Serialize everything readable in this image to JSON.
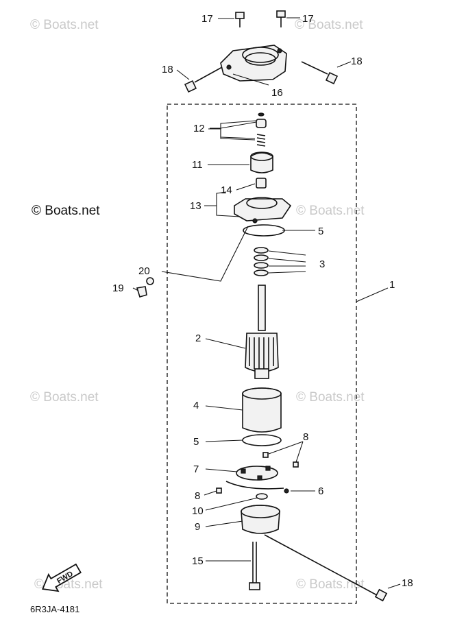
{
  "diagram": {
    "watermarks": [
      "© Boats.net",
      "© Boats.net",
      "© Boats.net",
      "© Boats.net",
      "© Boats.net",
      "© Boats.net",
      "© Boats.net"
    ],
    "watermark_dark": "© Boats.net",
    "part_code": "6R3JA-4181",
    "fwd_label": "FWD",
    "callouts": {
      "c17a": "17",
      "c17b": "17",
      "c18a": "18",
      "c18b": "18",
      "c16": "16",
      "c12": "12",
      "c11": "11",
      "c14": "14",
      "c13": "13",
      "c5a": "5",
      "c3": "3",
      "c20": "20",
      "c19": "19",
      "c1": "1",
      "c2": "2",
      "c4": "4",
      "c5b": "5",
      "c8a": "8",
      "c7": "7",
      "c8b": "8",
      "c6": "6",
      "c10": "10",
      "c9": "9",
      "c15": "15",
      "c18c": "18"
    }
  }
}
